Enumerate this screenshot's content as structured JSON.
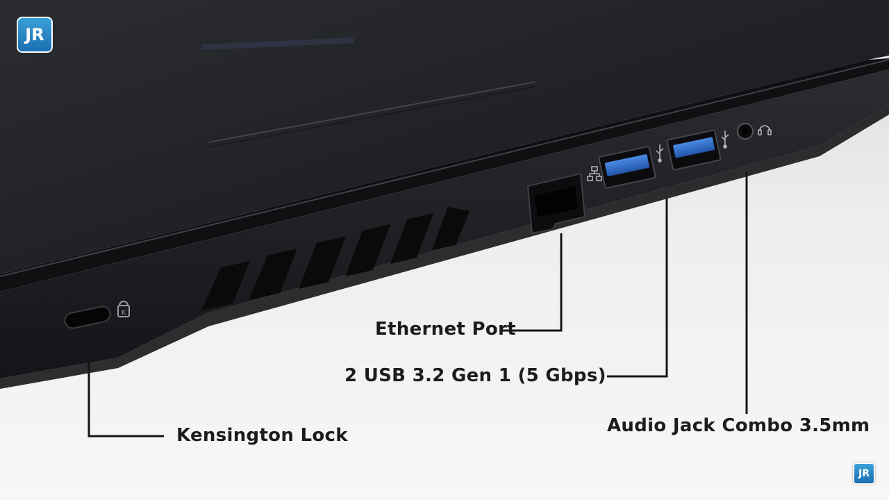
{
  "watermark": {
    "text": "JR"
  },
  "labels": {
    "ethernet": "Ethernet Port",
    "usb": "2 USB 3.2 Gen 1 (5 Gbps)",
    "kensington": "Kensington Lock",
    "audio": "Audio Jack Combo 3.5mm"
  },
  "colors": {
    "laptop_body": "#1e1f22",
    "background": "#f3f3f3",
    "usb_blue": "#2f6fd0",
    "logo_blue": "#2a8bd0",
    "label_text": "#1c1c1c"
  },
  "icons": [
    "ethernet-icon",
    "usb-icon",
    "headset-icon",
    "kensington-icon"
  ]
}
